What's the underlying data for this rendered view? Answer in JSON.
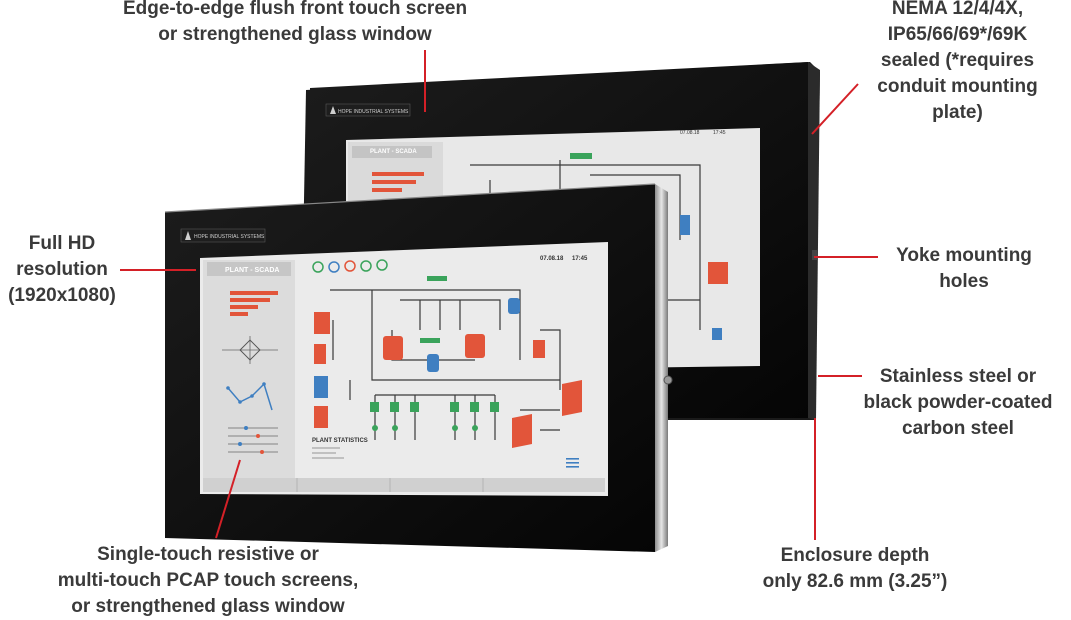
{
  "callouts": {
    "front_screen": [
      "Edge-to-edge flush front touch screen",
      "or strengthened glass window"
    ],
    "nema": [
      "NEMA 12/4/4X,",
      "IP65/66/69*/69K",
      "sealed (*requires",
      "conduit mounting",
      "plate)"
    ],
    "full_hd": [
      "Full HD",
      "resolution",
      "(1920x1080)"
    ],
    "yoke": [
      "Yoke mounting",
      "holes"
    ],
    "stainless": [
      "Stainless steel or",
      "black powder-coated",
      "carbon steel"
    ],
    "touch_type": [
      "Single-touch resistive or",
      "multi-touch PCAP touch screens,",
      "or strengthened glass window"
    ],
    "depth": [
      "Enclosure depth",
      "only 82.6 mm (3.25”)"
    ]
  },
  "screen": {
    "brand": "HOPE INDUSTRIAL SYSTEMS",
    "title": "PLANT - SCADA",
    "date": "07.08.18",
    "time": "17:45",
    "section_stats": "PLANT STATISTICS"
  },
  "colors": {
    "accent_red": "#d42027",
    "text_dark": "#3a3a3a",
    "bezel": "#111111",
    "screen_bg": "#ebebeb",
    "sidebar_bg": "#dcdcdc",
    "tank_orange": "#e2553a",
    "tank_blue": "#3f7fc1",
    "valve_green": "#3aa35b"
  }
}
